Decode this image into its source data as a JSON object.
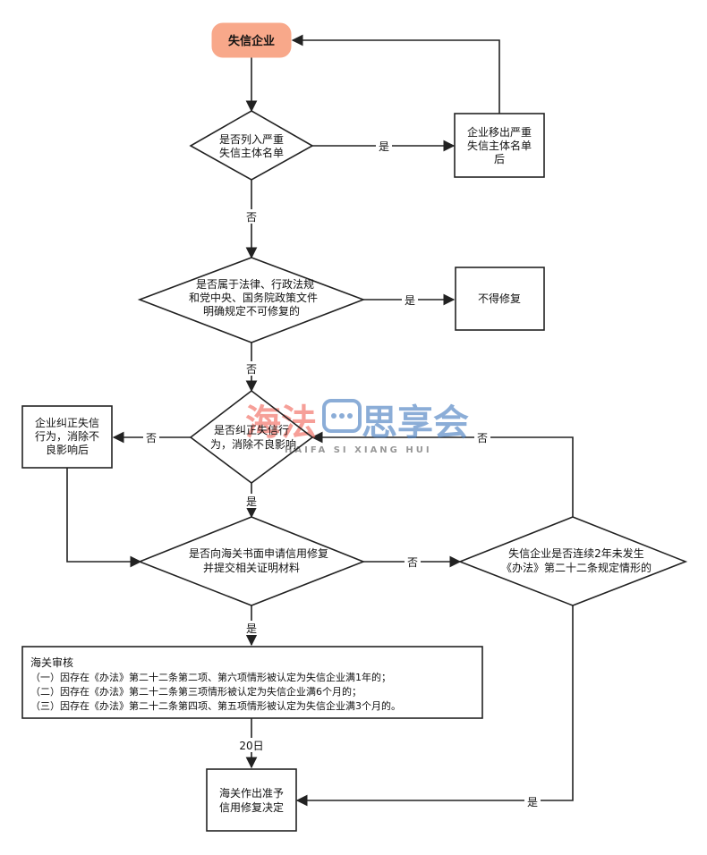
{
  "nodes": {
    "start": {
      "text": "失信企业"
    },
    "d1": {
      "lines": [
        "是否列入严重",
        "失信主体名单"
      ]
    },
    "removed": {
      "lines": [
        "企业移出严重",
        "失信主体名单",
        "后"
      ]
    },
    "d2": {
      "lines": [
        "是否属于法律、行政法规",
        "和党中央、国务院政策文件",
        "明确规定不可修复的"
      ]
    },
    "norepair": {
      "text": "不得修复"
    },
    "d3": {
      "lines": [
        "是否纠正失信行",
        "为，消除不良影响"
      ]
    },
    "correct": {
      "lines": [
        "企业纠正失信",
        "行为，消除不",
        "良影响后"
      ]
    },
    "d4": {
      "lines": [
        "是否向海关书面申请信用修复",
        "并提交相关证明材料"
      ]
    },
    "d5": {
      "lines": [
        "失信企业是否连续2年未发生",
        "《办法》第二十二条规定情形的"
      ]
    },
    "review": {
      "title": "海关审核",
      "lines": [
        "（一）因存在《办法》第二十二条第二项、第六项情形被认定为失信企业满1年的；",
        "（二）因存在《办法》第二十二条第三项情形被认定为失信企业满6个月的；",
        "（三）因存在《办法》第二十二条第四项、第五项情形被认定为失信企业满3个月的。"
      ]
    },
    "decision": {
      "lines": [
        "海关作出准予",
        "信用修复决定"
      ]
    }
  },
  "edge_labels": {
    "d1_yes": "是",
    "d1_no": "否",
    "d2_yes": "是",
    "d2_no": "否",
    "d3_no": "否",
    "d3_yes": "是",
    "d4_no": "否",
    "d4_yes": "是",
    "d5_no": "否",
    "d5_yes": "是",
    "review_days": "20日"
  },
  "watermark": {
    "cn_1": "海法",
    "cn_2": "思享会",
    "en": "HAIFA SI XIANG HUI"
  },
  "colors": {
    "start_fill": "#f8a88a",
    "stroke": "#222222",
    "watermark_red": "#f26a5e",
    "watermark_blue": "#4a7fc1"
  }
}
